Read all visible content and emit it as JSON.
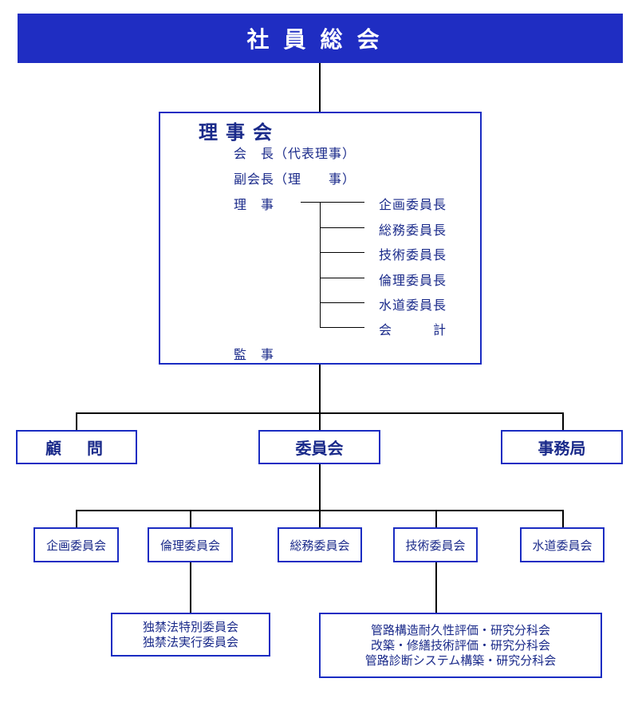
{
  "header": {
    "title": "社員総会"
  },
  "board": {
    "title": "理事会",
    "roles": {
      "chairman": "会　長（代表理事）",
      "vice_chairman": "副会長（理　　事）",
      "director": "理　事",
      "auditor": "監　事"
    },
    "director_posts": [
      "企画委員長",
      "総務委員長",
      "技術委員長",
      "倫理委員長",
      "水道委員長",
      "会　　　計"
    ]
  },
  "middle": {
    "advisor": "顧　問",
    "committee": "委員会",
    "secretariat": "事務局"
  },
  "committees": [
    "企画委員会",
    "倫理委員会",
    "総務委員会",
    "技術委員会",
    "水道委員会"
  ],
  "subcommittees": {
    "ethics": [
      "独禁法特別委員会",
      "独禁法実行委員会"
    ],
    "technical": [
      "管路構造耐久性評価・研究分科会",
      "改築・修繕技術評価・研究分科会",
      "管路診断システム構築・研究分科会"
    ]
  },
  "colors": {
    "header_fill": "#1f2dc2",
    "box_border": "#1a2cc2",
    "text": "#1a2a8a",
    "connector": "#000000"
  }
}
